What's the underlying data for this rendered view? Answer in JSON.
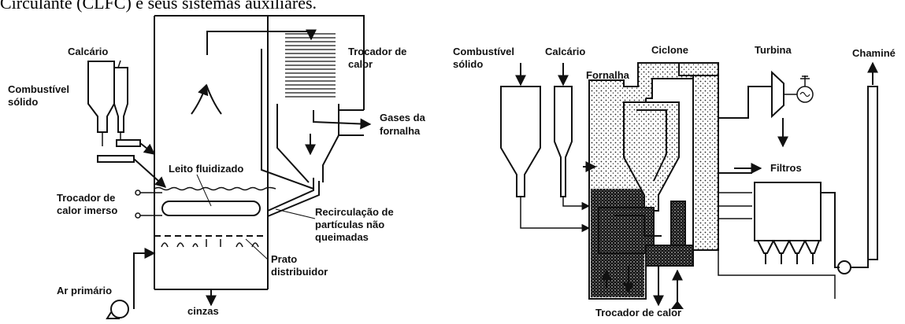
{
  "caption": "Circulante (CLFC) e seus sistemas auxiliares.",
  "left_diagram": {
    "calcario": "Calcário",
    "combustivel_1": "Combustível",
    "combustivel_2": "sólido",
    "trocador_1": "Trocador de",
    "trocador_2": "calor",
    "gases_1": "Gases da",
    "gases_2": "fornalha",
    "leito": "Leito fluidizado",
    "imerso_1": "Trocador de",
    "imerso_2": "calor imerso",
    "recirc_1": "Recirculação de",
    "recirc_2": "partículas não",
    "recirc_3": "queimadas",
    "prato_1": "Prato",
    "prato_2": "distribuidor",
    "ar": "Ar primário",
    "cinzas": "cinzas"
  },
  "right_diagram": {
    "combustivel_1": "Combustível",
    "combustivel_2": "sólido",
    "calcario": "Calcário",
    "ciclone": "Ciclone",
    "fornalha": "Fornalha",
    "turbina": "Turbina",
    "chamine": "Chaminé",
    "filtros": "Filtros",
    "trocador": "Trocador de calor"
  }
}
